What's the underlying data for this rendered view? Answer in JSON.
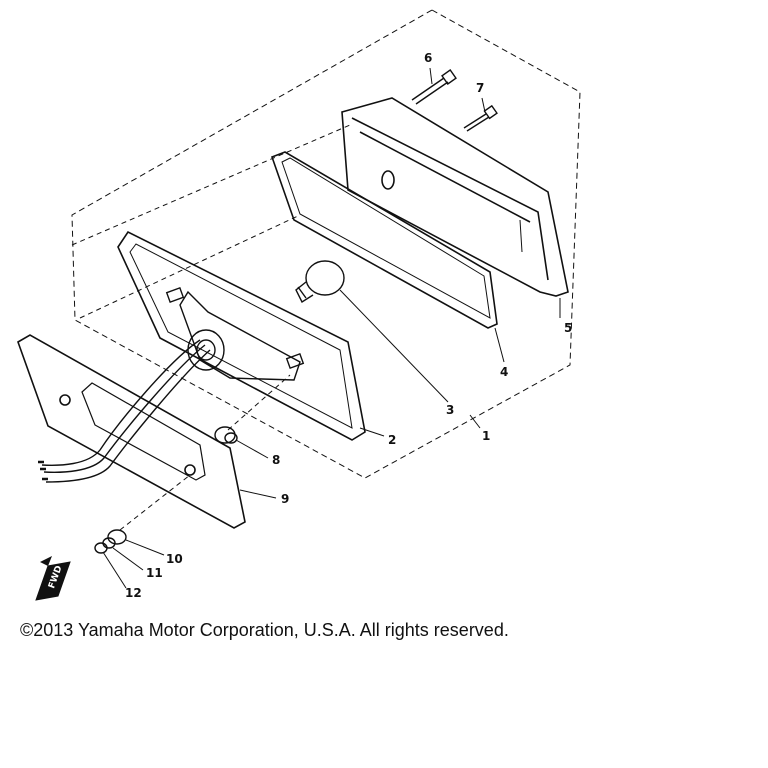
{
  "callouts": [
    {
      "id": "1",
      "label": "1"
    },
    {
      "id": "2",
      "label": "2"
    },
    {
      "id": "3",
      "label": "3"
    },
    {
      "id": "4",
      "label": "4"
    },
    {
      "id": "5",
      "label": "5"
    },
    {
      "id": "6",
      "label": "6"
    },
    {
      "id": "7",
      "label": "7"
    },
    {
      "id": "8",
      "label": "8"
    },
    {
      "id": "9",
      "label": "9"
    },
    {
      "id": "10",
      "label": "10"
    },
    {
      "id": "11",
      "label": "11"
    },
    {
      "id": "12",
      "label": "12"
    }
  ],
  "fwd_label": "FWD",
  "copyright": "©2013 Yamaha Motor Corporation, U.S.A. All rights reserved.",
  "colors": {
    "line": "#111111",
    "background": "#ffffff"
  }
}
